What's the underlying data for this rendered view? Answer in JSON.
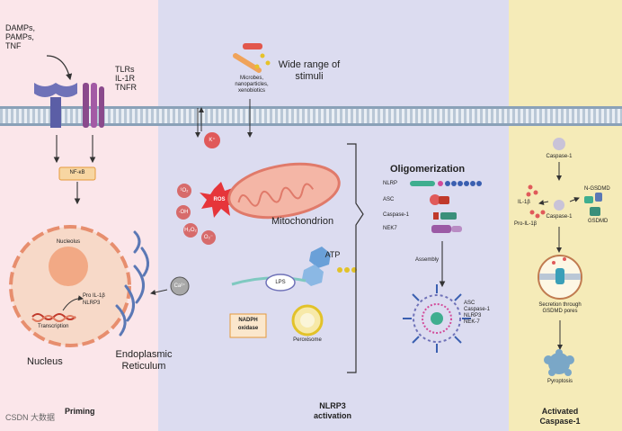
{
  "priming": {
    "inputs": [
      "DAMPs,",
      "PAMPs,",
      "TNF"
    ],
    "receptors": [
      "TLRs",
      "IL-1R",
      "TNFR"
    ],
    "nfkb": "NF-κB",
    "nucleolus": "Nucleolus",
    "pro_il1b": "Pro IL-1β",
    "nlrp3": "NLRP3",
    "transcription": "Transcription",
    "nucleus": "Nucleus",
    "er_line1": "Endoplasmic",
    "er_line2": "Reticulum",
    "ca": "Ca²⁺",
    "title": "Priming"
  },
  "activation": {
    "stimuli_sources": [
      "Microbes,",
      "nanoparticles,",
      "xenobiotics"
    ],
    "stimuli_line1": "Wide range of",
    "stimuli_line2": "stimuli",
    "k": "K⁺",
    "ros": "ROS",
    "ros_small": [
      "¹O₂",
      "·OH",
      "H₂O₂",
      "O₂⁻"
    ],
    "mitochondrion": "Mitochondrion",
    "atp": "ATP",
    "lps": "LPS",
    "nadph_line1": "NADPH",
    "nadph_line2": "oxidase",
    "peroxisome": "Peroxisome",
    "oligomerization": "Oligomerization",
    "components": [
      "NLRP",
      "ASC",
      "Caspase-1",
      "NEK7"
    ],
    "assembly": "Assembly",
    "complex_labels": [
      "ASC",
      "Caspase-1",
      "NLRP3",
      "NEK-7"
    ],
    "title_line1": "NLRP3",
    "title_line2": "activation"
  },
  "caspase": {
    "caspase1_top": "Caspase-1",
    "il1b": "IL-1β",
    "pro_il1b": "Pro-IL-1β",
    "caspase1_mid": "Caspase-1",
    "n_gsdmd": "N-GSDMD",
    "gsdmd": "GSDMD",
    "secretion": [
      "Secretion through",
      "GSDMD pores"
    ],
    "pyroptosis": "Pyroptosis",
    "title_line1": "Activated",
    "title_line2": "Caspase-1"
  },
  "watermark": "CSDN 大数据"
}
